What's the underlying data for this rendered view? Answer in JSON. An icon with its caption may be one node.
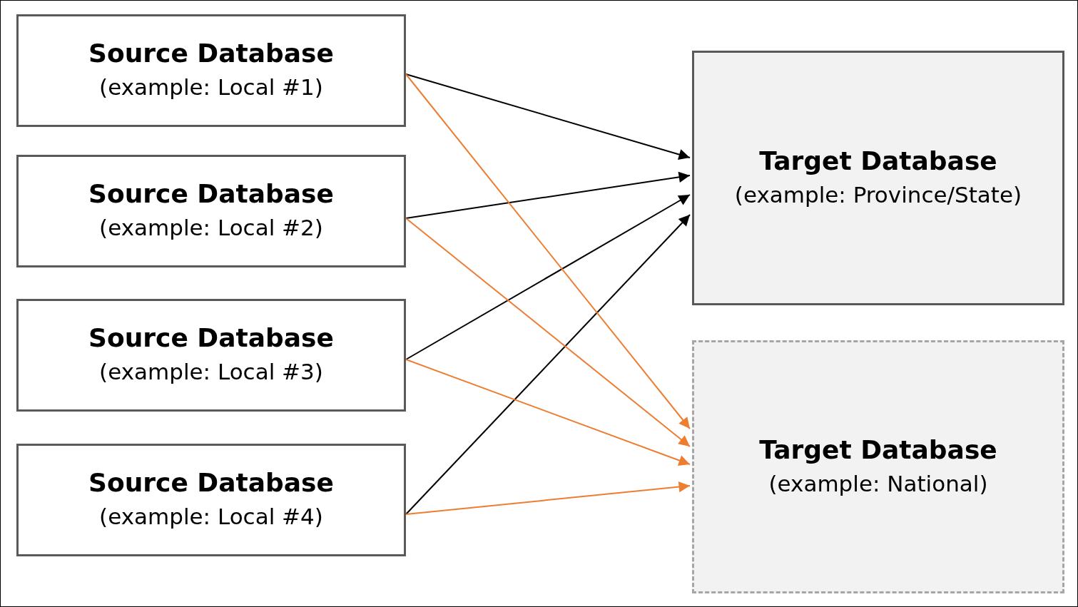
{
  "diagram": {
    "nodes": [
      {
        "text": [
          "Source Database",
          "(example: Local #1)"
        ]
      },
      {
        "text": [
          "Source Database",
          "(example: Local #2)"
        ]
      },
      {
        "text": [
          "Source Database",
          "(example: Local #3)"
        ]
      },
      {
        "text": [
          "Source Database",
          "(example: Local #4)"
        ]
      },
      {
        "text": [
          "Target Database",
          "(example: Province/State)"
        ]
      },
      {
        "text": [
          "Target Database",
          "(example: National)"
        ]
      }
    ],
    "edges": [
      {
        "from": 0,
        "to": 4,
        "arrow": "to"
      },
      {
        "from": 1,
        "to": 4,
        "arrow": "to"
      },
      {
        "from": 2,
        "to": 4,
        "arrow": "to"
      },
      {
        "from": 3,
        "to": 4,
        "arrow": "to"
      },
      {
        "from": 0,
        "to": 5,
        "arrow": "to",
        "color": "#ed7d31"
      },
      {
        "from": 1,
        "to": 5,
        "arrow": "to",
        "color": "#ed7d31"
      },
      {
        "from": 2,
        "to": 5,
        "arrow": "to",
        "color": "#ed7d31"
      },
      {
        "from": 3,
        "to": 5,
        "arrow": "to",
        "color": "#ed7d31"
      }
    ]
  }
}
